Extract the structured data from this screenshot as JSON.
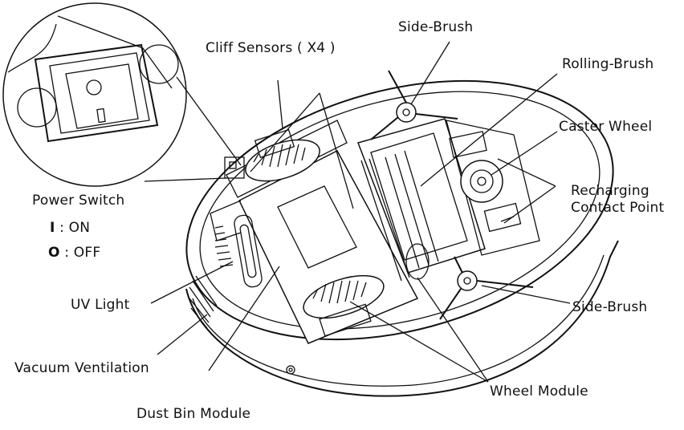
{
  "labels": {
    "side_brush_top": "Side-Brush",
    "cliff_sensors": "Cliff Sensors ( X4 )",
    "rolling_brush": "Rolling-Brush",
    "caster_wheel": "Caster Wheel",
    "recharging_line1": "Recharging",
    "recharging_line2": "Contact Point",
    "power_switch": "Power Switch",
    "on_symbol": "I",
    "on_text": ": ON",
    "off_symbol": "O",
    "off_text": ": OFF",
    "uv_light": "UV Light",
    "side_brush_bottom": "Side-Brush",
    "vacuum_ventilation": "Vacuum Ventilation",
    "wheel_module": "Wheel Module",
    "dust_bin_module": "Dust Bin Module"
  },
  "colors": {
    "line": "#111111",
    "background": "#ffffff"
  }
}
